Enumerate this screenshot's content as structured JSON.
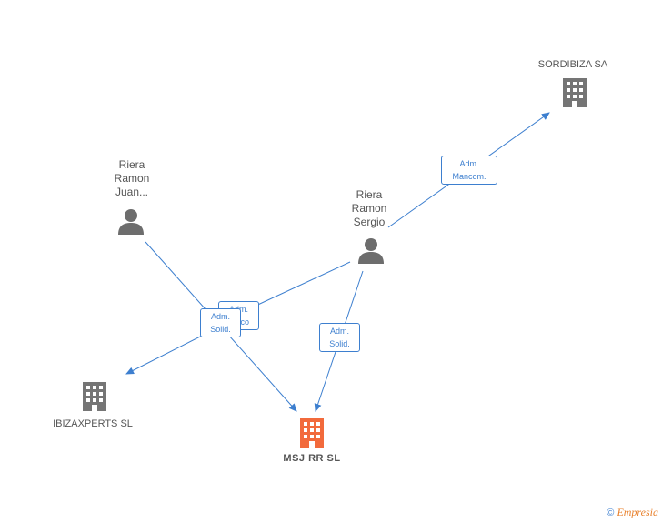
{
  "nodes": {
    "sordibiza": {
      "label": "SORDIBIZA SA",
      "icon": "building-icon",
      "color": "#757575"
    },
    "riera_juan": {
      "label": "Riera\nRamon\nJuan...",
      "icon": "person-icon",
      "color": "#6d6d6d"
    },
    "riera_sergio": {
      "label": "Riera\nRamon\nSergio",
      "icon": "person-icon",
      "color": "#6d6d6d"
    },
    "ibizaxperts": {
      "label": "IBIZAXPERTS SL",
      "icon": "building-icon",
      "color": "#757575"
    },
    "msj": {
      "label": "MSJ RR  SL",
      "icon": "building-icon",
      "color": "#f26a3c"
    }
  },
  "edges": {
    "sergio_sordibiza": {
      "line1": "Adm.",
      "line2": "Mancom."
    },
    "sergio_msj": {
      "line1": "Adm.",
      "line2": "Solid."
    },
    "hidden_label": {
      "line1": "Adm.",
      "line2": "Unico"
    },
    "juan_solid": {
      "line1": "Adm.",
      "line2": "Solid."
    }
  },
  "colors": {
    "edge": "#3d7fcf",
    "text": "#555555",
    "focus": "#f26a3c"
  },
  "footer": {
    "copyright": "©",
    "brand": "Empresia"
  }
}
